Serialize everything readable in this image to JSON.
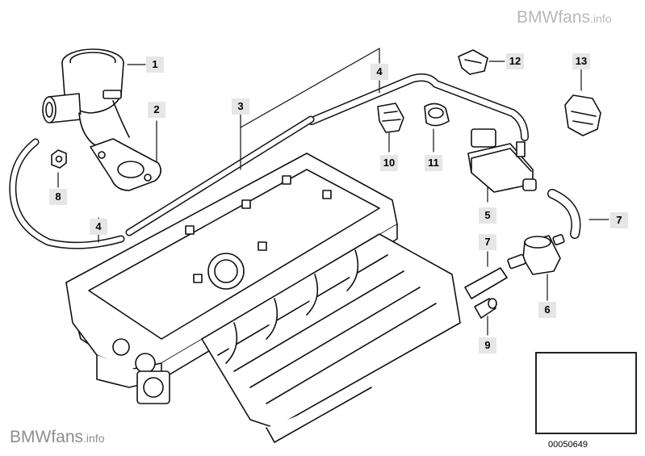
{
  "watermark_top": {
    "brand": "BMWfans",
    "suffix": ".info"
  },
  "watermark_bottom": {
    "brand": "BMWfans",
    "suffix": ".info"
  },
  "diagram_code": "00050649",
  "callouts": {
    "c1": "1",
    "c2": "2",
    "c3": "3",
    "c4a": "4",
    "c4b": "4",
    "c5": "5",
    "c6": "6",
    "c7a": "7",
    "c7b": "7",
    "c8": "8",
    "c9": "9",
    "c10": "10",
    "c11": "11",
    "c12": "12",
    "c13": "13"
  }
}
